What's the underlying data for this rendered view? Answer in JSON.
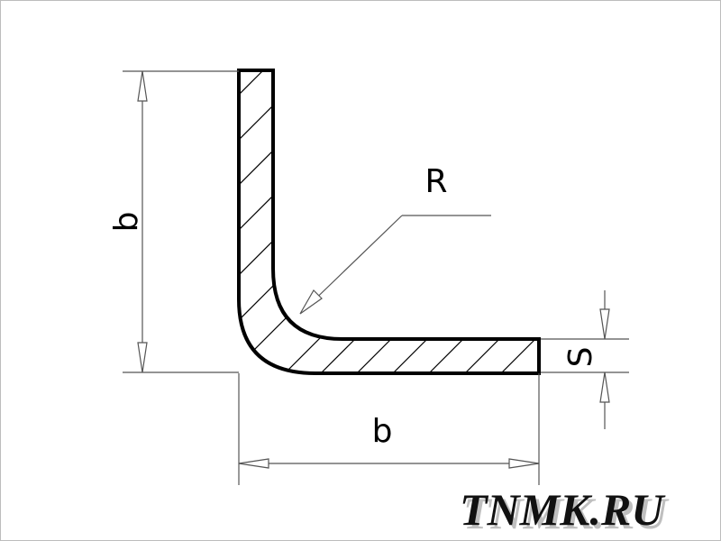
{
  "labels": {
    "height_dim": "b",
    "width_dim": "b",
    "radius": "R",
    "thickness": "S"
  },
  "watermark": {
    "text": "TNMK.RU"
  },
  "colors": {
    "outline": "#000000",
    "dimension_line": "#555555",
    "hatch": "#000000",
    "watermark_fill": "#111111",
    "watermark_shadow": "#bfbfbf"
  }
}
